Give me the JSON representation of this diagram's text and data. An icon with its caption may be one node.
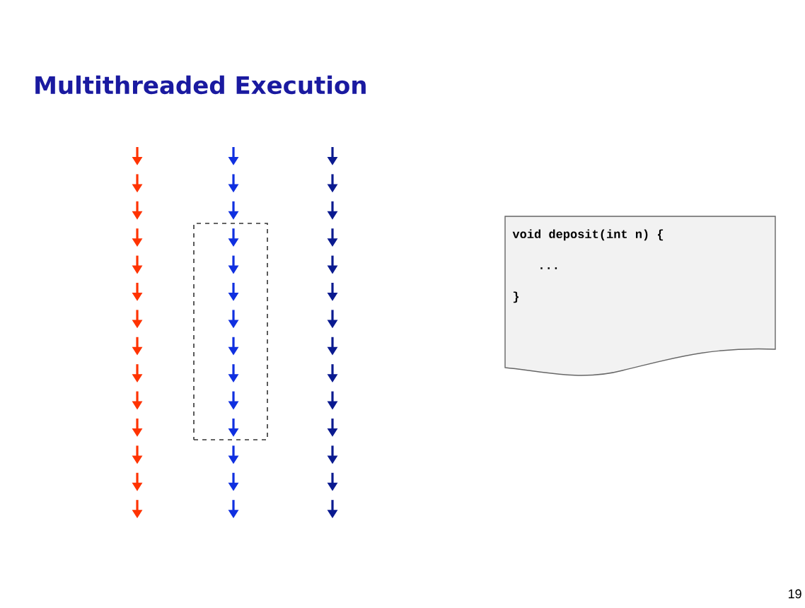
{
  "diagram": {
    "title": "Multithreaded Execution",
    "nodes": [
      {
        "text": [],
        "shape": "box"
      },
      {
        "text": [
          "void deposit(int n) {",
          "...",
          "}"
        ]
      }
    ],
    "edges": [],
    "labels": [
      "19"
    ]
  }
}
